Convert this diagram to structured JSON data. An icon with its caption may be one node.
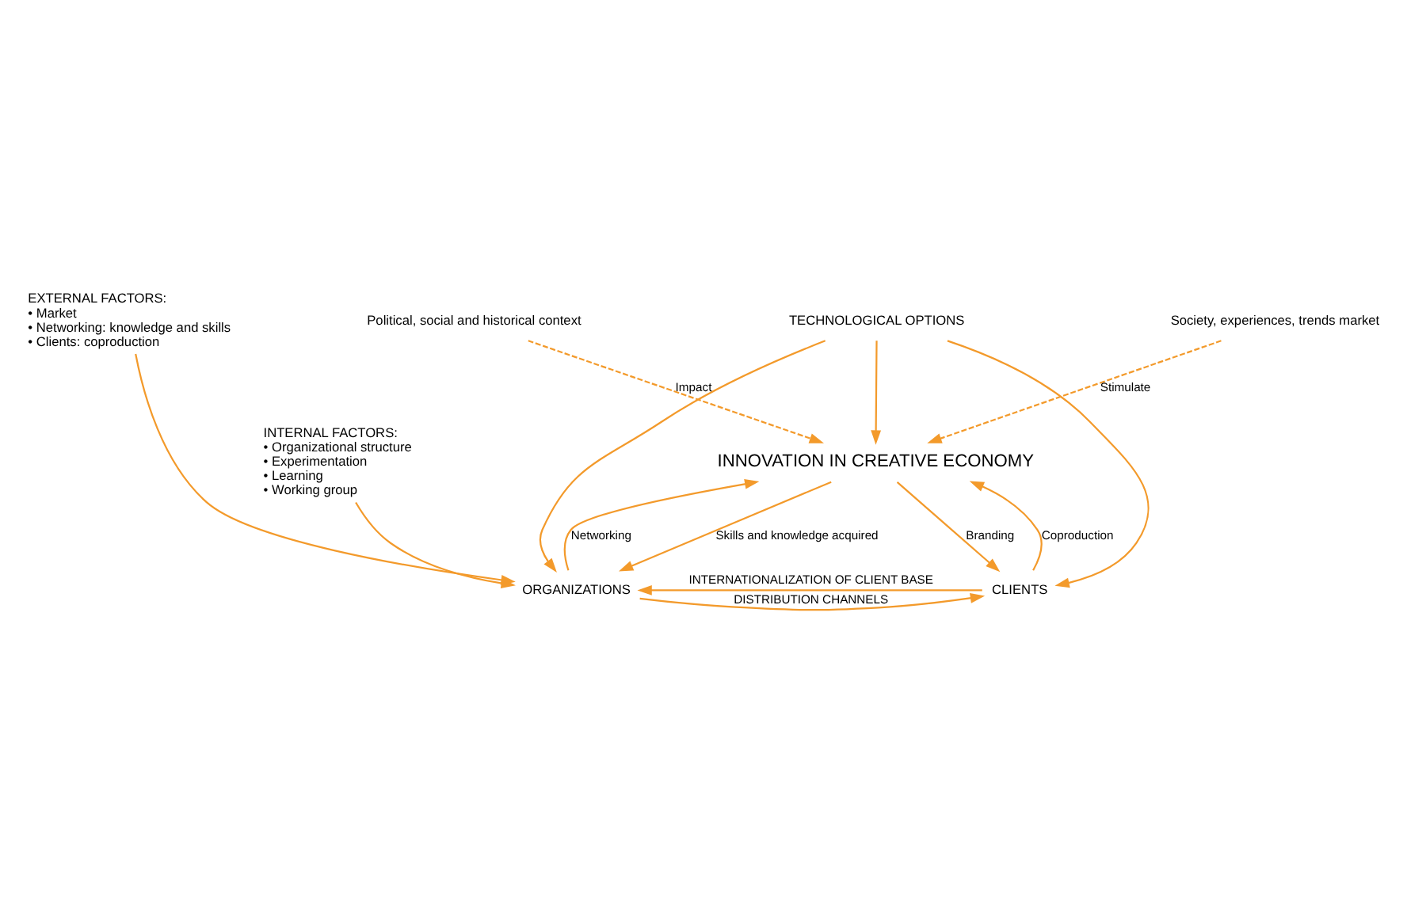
{
  "diagram": {
    "nodes": [
      {
        "text": [
          "TECHNOLOGICAL OPTIONS"
        ]
      },
      {
        "text": [
          "Political, social and historical context"
        ]
      },
      {
        "text": [
          "Society, experiences, trends market"
        ]
      },
      {
        "text": [
          "INNOVATION IN CREATIVE ECONOMY"
        ]
      },
      {
        "text": [
          "EXTERNAL FACTORS:",
          "• Market",
          "• Networking: knowledge and skills",
          "• Clients: coproduction"
        ]
      },
      {
        "text": [
          "ORGANIZATIONS"
        ]
      },
      {
        "text": [
          "CLIENTS"
        ]
      },
      {
        "text": [
          "INTERNAL FACTORS:",
          "• Organizational structure",
          "• Experimentation",
          "• Learning",
          "• Working group"
        ]
      }
    ],
    "edges": [
      {
        "from": 0,
        "to": 5,
        "arrow": "to"
      },
      {
        "from": 0,
        "to": 6,
        "arrow": "to"
      },
      {
        "from": 0,
        "to": 3,
        "arrow": "to"
      },
      {
        "from": 1,
        "to": 3,
        "arrow": "to",
        "label": "Impact",
        "style": "dashed"
      },
      {
        "from": 2,
        "to": 3,
        "arrow": "to",
        "label": "Stimulate",
        "style": "dashed"
      },
      {
        "from": 5,
        "to": 3,
        "arrow": "to",
        "label": "Networking"
      },
      {
        "from": 3,
        "to": 5,
        "arrow": "to",
        "label": "Skills and knowledge acquired"
      },
      {
        "from": 3,
        "to": 6,
        "arrow": "to",
        "label": "Branding"
      },
      {
        "from": 6,
        "to": 3,
        "arrow": "to",
        "label": "Coproduction"
      },
      {
        "from": 5,
        "to": 6,
        "arrow": "to",
        "label": "DISTRIBUTION CHANNELS"
      },
      {
        "from": 6,
        "to": 5,
        "arrow": "to",
        "label": "INTERNATIONALIZATION OF CLIENT BASE"
      },
      {
        "from": 4,
        "to": 5,
        "arrow": "to"
      },
      {
        "from": 7,
        "to": 5,
        "arrow": "to"
      }
    ]
  }
}
